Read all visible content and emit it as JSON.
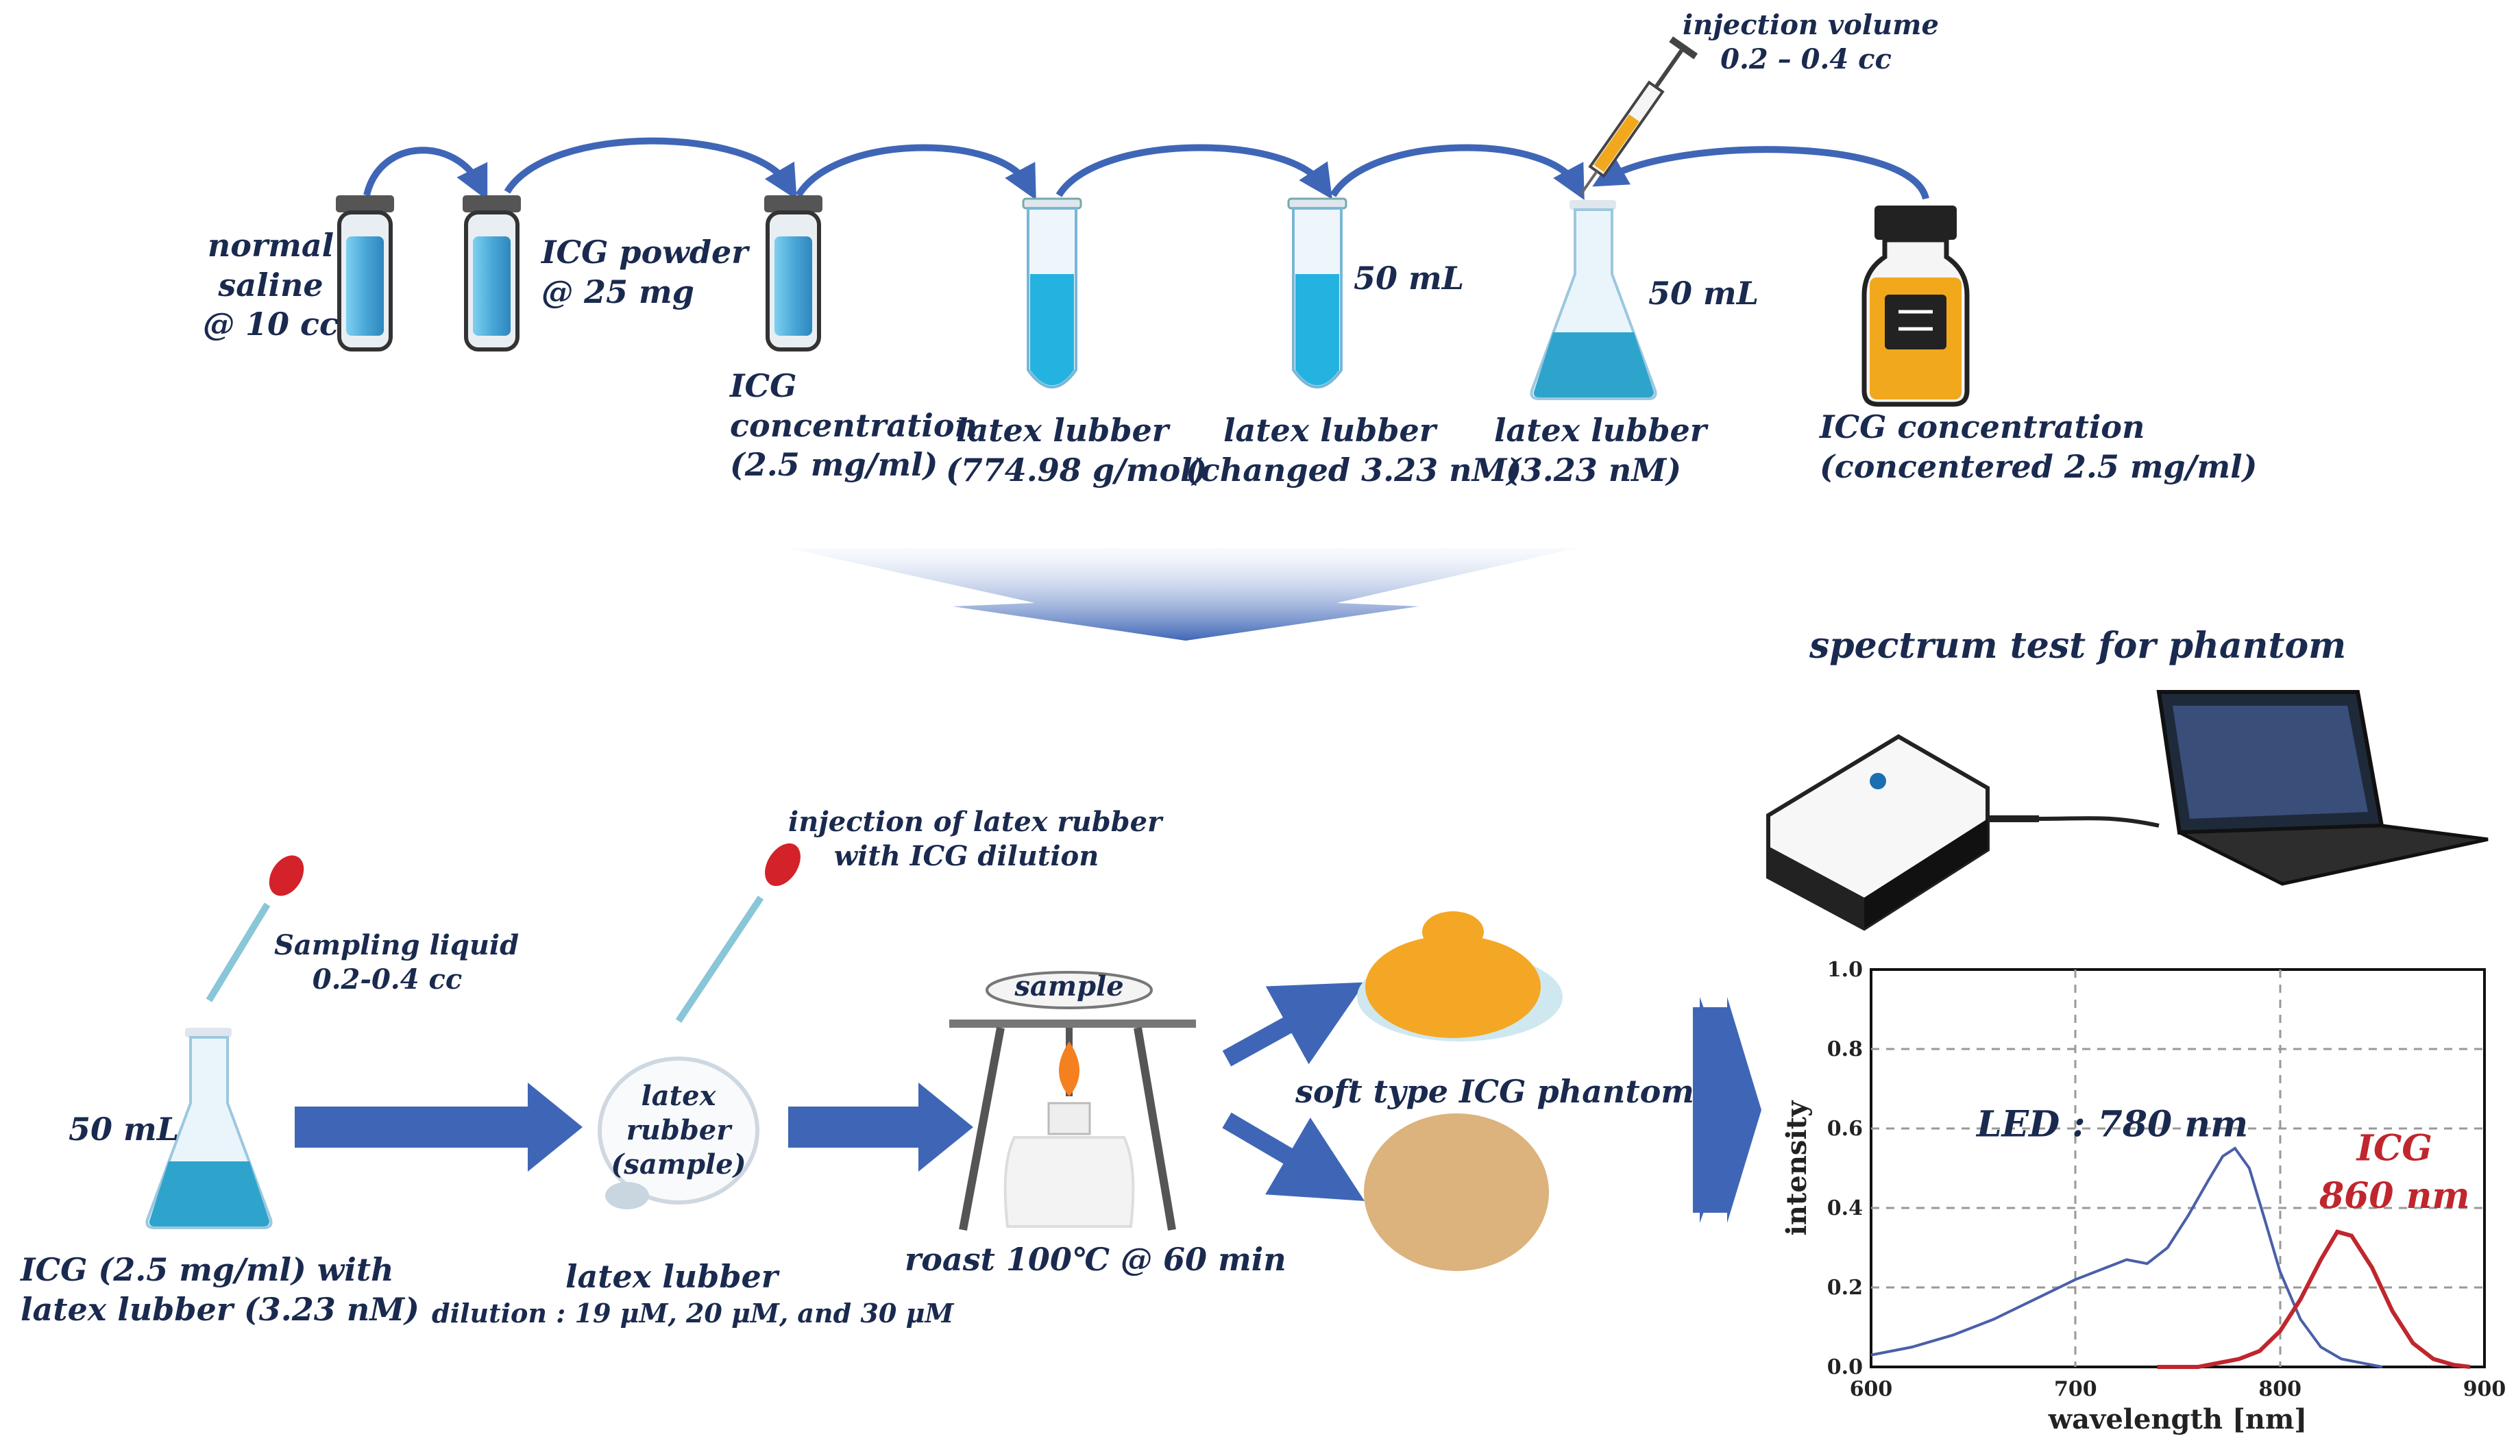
{
  "top": {
    "vial1": {
      "line1": "normal",
      "line2": "saline",
      "line3": "@ 10 cc"
    },
    "vial2": {
      "line1": "ICG  powder",
      "line2": "@ 25 mg"
    },
    "vial3": {
      "line1": "ICG",
      "line2": "concentration",
      "line3": "(2.5 mg/ml)"
    },
    "tube1": {
      "line1": "latex lubber",
      "line2": "(774.98 g/mol)"
    },
    "tube2": {
      "volume": "50 mL",
      "line1": "latex lubber",
      "line2": "(changed 3.23 nM)"
    },
    "flask": {
      "volume": "50 mL",
      "line1": "latex lubber",
      "line2": "(3.23 nM)"
    },
    "syringe": {
      "line1": "injection volume",
      "line2": "0.2 – 0.4 cc"
    },
    "bottle": {
      "line1": "ICG concentration",
      "line2": "(concentered 2.5 mg/ml)"
    }
  },
  "bottom": {
    "flask": {
      "volume": "50 mL",
      "line1": "ICG (2.5 mg/ml) with",
      "line2": "latex lubber (3.23 nM)"
    },
    "sampling": {
      "line1": "Sampling liquid",
      "line2": "0.2-0.4 cc"
    },
    "injection": {
      "line1": "injection of latex rubber",
      "line2": "with ICG dilution"
    },
    "dish": {
      "line1": "latex",
      "line2": "rubber",
      "line3": "(sample)"
    },
    "dilution": {
      "line1": "latex lubber",
      "line2": "dilution : 19 μM, 20 μM, and 30 μM"
    },
    "roast": {
      "sample": "sample",
      "caption": "roast 100℃ @ 60 min"
    },
    "phantom": "soft type ICG phantom",
    "spectrum_title": "spectrum test for phantom"
  },
  "colors": {
    "arrow": "#3f66b6",
    "vial_liquid": "#5fb8e0",
    "icg": "#f2a81d",
    "led": "#4a5fa8",
    "icg_curve": "#c0262d"
  },
  "chart_data": {
    "type": "line",
    "xlabel": "wavelength [nm]",
    "ylabel": "intensity",
    "xlim": [
      600,
      900
    ],
    "ylim": [
      0,
      1.0
    ],
    "xticks": [
      600,
      700,
      800,
      900
    ],
    "yticks": [
      "0.0",
      "0.2",
      "0.4",
      "0.6",
      "0.8",
      "1.0"
    ],
    "grid": true,
    "annotations": [
      {
        "text": "LED : 780 nm"
      },
      {
        "text": "ICG"
      },
      {
        "text": "860 nm"
      }
    ],
    "series": [
      {
        "color": "#4a5fa8",
        "x": [
          600,
          620,
          640,
          660,
          680,
          700,
          715,
          725,
          735,
          745,
          755,
          765,
          772,
          778,
          785,
          792,
          800,
          810,
          820,
          830,
          840,
          850
        ],
        "y": [
          0.03,
          0.05,
          0.08,
          0.12,
          0.17,
          0.22,
          0.25,
          0.27,
          0.26,
          0.3,
          0.38,
          0.47,
          0.53,
          0.55,
          0.5,
          0.38,
          0.24,
          0.12,
          0.05,
          0.02,
          0.01,
          0.0
        ]
      },
      {
        "color": "#c0262d",
        "x": [
          740,
          760,
          780,
          790,
          800,
          810,
          820,
          828,
          835,
          845,
          855,
          865,
          875,
          885,
          893
        ],
        "y": [
          0.0,
          0.0,
          0.02,
          0.04,
          0.09,
          0.17,
          0.27,
          0.34,
          0.33,
          0.25,
          0.14,
          0.06,
          0.02,
          0.005,
          0.0
        ]
      }
    ]
  }
}
